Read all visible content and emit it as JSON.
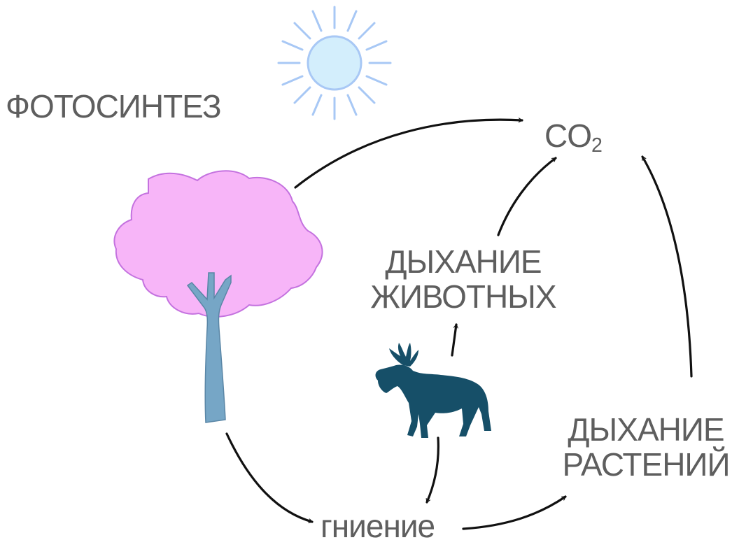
{
  "labels": {
    "photosynthesis": "ФОТОСИНТЕЗ",
    "co2_main": "CO",
    "co2_sub": "2",
    "animal_respiration_line1": "ДЫХАНИЕ",
    "animal_respiration_line2": "ЖИВОТНЫХ",
    "plant_respiration_line1": "ДЫХАНИЕ",
    "plant_respiration_line2": "РАСТЕНИЙ",
    "decay": "гниение"
  },
  "colors": {
    "text": "#5e5e5e",
    "arrow": "#111111",
    "sun_fill": "#d3eefc",
    "sun_ray": "#a8c8f5",
    "tree_crown": "#f7b5f8",
    "tree_crown_outline": "#c472df",
    "tree_trunk": "#76a6c6",
    "moose": "#164f68"
  },
  "icons": [
    "sun-icon",
    "tree-icon",
    "moose-icon"
  ]
}
